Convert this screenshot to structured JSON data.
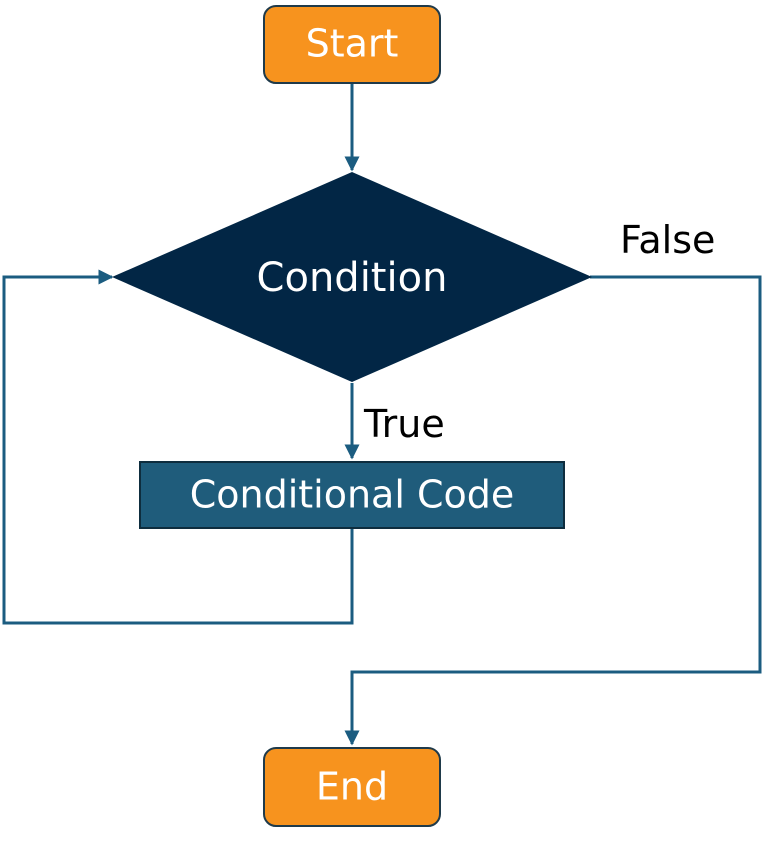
{
  "diagram": {
    "nodes": {
      "start": {
        "label": "Start"
      },
      "condition": {
        "label": "Condition"
      },
      "conditional_code": {
        "label": "Conditional Code"
      },
      "end": {
        "label": "End"
      }
    },
    "edges": {
      "true_label": "True",
      "false_label": "False"
    },
    "colors": {
      "terminal_fill": "#F7931E",
      "terminal_stroke": "#1F3A4A",
      "decision_fill": "#022645",
      "process_fill": "#1F5C7B",
      "process_stroke": "#0E2D3E",
      "connector": "#1B5C80",
      "node_text": "#FFFFFF",
      "edge_text": "#000000"
    }
  }
}
